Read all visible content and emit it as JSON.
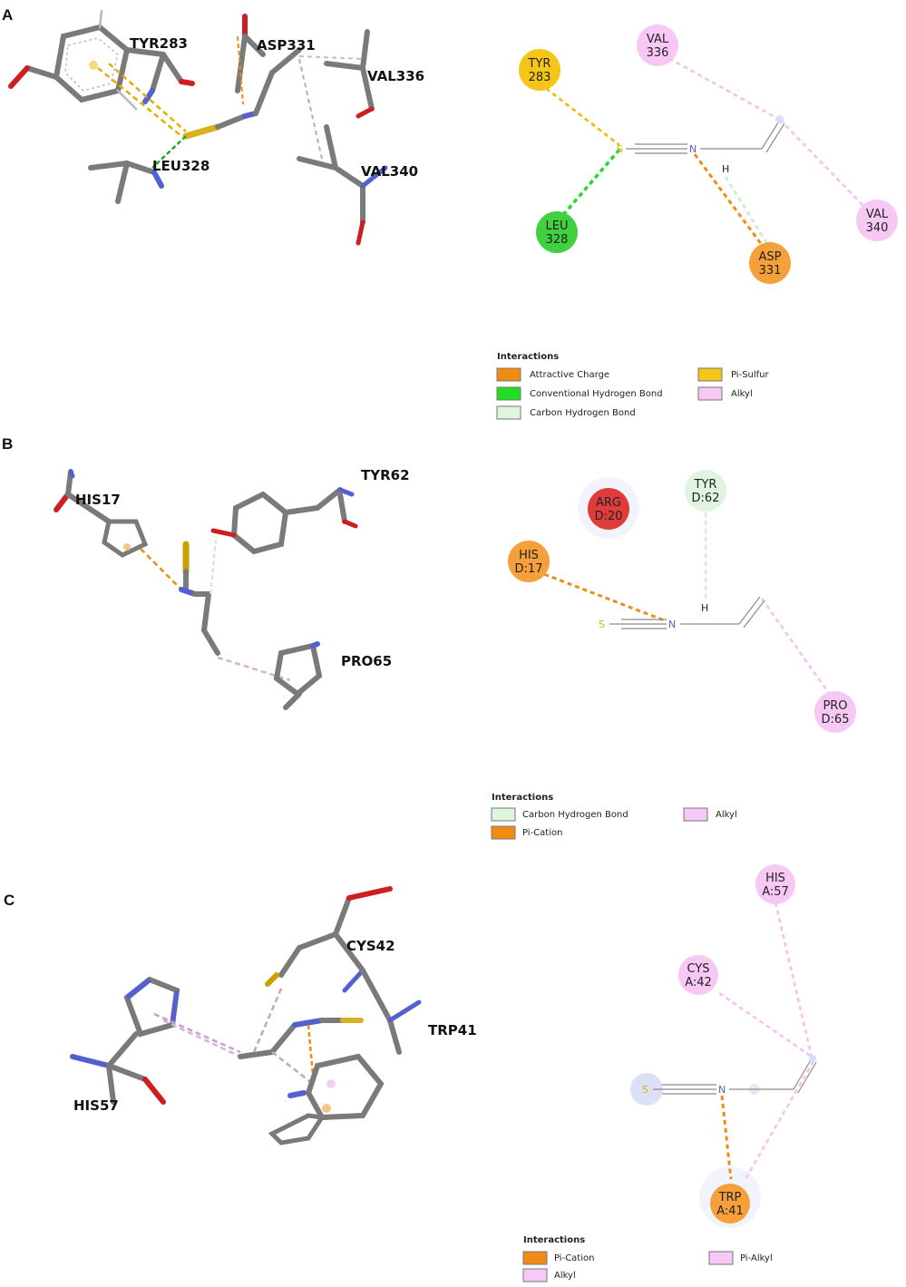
{
  "panels": [
    {
      "letter": "A",
      "labels_3d": [
        "TYR283",
        "ASP331",
        "VAL336",
        "LEU328",
        "VAL340"
      ],
      "residues_2d": [
        {
          "line1": "TYR",
          "line2": "283",
          "color": "#f5c518"
        },
        {
          "line1": "VAL",
          "line2": "336",
          "color": "#f7c8f4"
        },
        {
          "line1": "LEU",
          "line2": "328",
          "color": "#3fd13f"
        },
        {
          "line1": "ASP",
          "line2": "331",
          "color": "#f5a03a"
        },
        {
          "line1": "VAL",
          "line2": "340",
          "color": "#f7c8f4"
        }
      ],
      "atoms_2d": {
        "s": "S",
        "n": "N",
        "h": "H"
      },
      "legend": {
        "title": "Interactions",
        "items": [
          {
            "label": "Attractive Charge",
            "color": "#f08c14"
          },
          {
            "label": "Pi-Sulfur",
            "color": "#f5c518"
          },
          {
            "label": "Conventional Hydrogen Bond",
            "color": "#22dd22"
          },
          {
            "label": "Alkyl",
            "color": "#f5c8f5"
          },
          {
            "label": "Carbon Hydrogen Bond",
            "color": "#ddf6dd"
          }
        ]
      }
    },
    {
      "letter": "B",
      "labels_3d": [
        "TYR62",
        "HIS17",
        "PRO65"
      ],
      "residues_2d": [
        {
          "line1": "ARG",
          "line2": "D:20",
          "color": "#e03c3c"
        },
        {
          "line1": "TYR",
          "line2": "D:62",
          "color": "#dff5df"
        },
        {
          "line1": "HIS",
          "line2": "D:17",
          "color": "#f5a03a"
        },
        {
          "line1": "PRO",
          "line2": "D:65",
          "color": "#f7c8f4"
        }
      ],
      "atoms_2d": {
        "s": "S",
        "n": "N",
        "h": "H"
      },
      "legend": {
        "title": "Interactions",
        "items": [
          {
            "label": "Carbon Hydrogen Bond",
            "color": "#ddf6dd"
          },
          {
            "label": "Alkyl",
            "color": "#f5c8f5"
          },
          {
            "label": "Pi-Cation",
            "color": "#f08c14"
          }
        ]
      }
    },
    {
      "letter": "C",
      "labels_3d": [
        "CYS42",
        "TRP41",
        "HIS57"
      ],
      "residues_2d": [
        {
          "line1": "HIS",
          "line2": "A:57",
          "color": "#f7c8f4"
        },
        {
          "line1": "CYS",
          "line2": "A:42",
          "color": "#f7c8f4"
        },
        {
          "line1": "TRP",
          "line2": "A:41",
          "color": "#f5a03a"
        }
      ],
      "atoms_2d": {
        "s": "S",
        "n": "N"
      },
      "legend": {
        "title": "Interactions",
        "items": [
          {
            "label": "Pi-Cation",
            "color": "#f08c14"
          },
          {
            "label": "Pi-Alkyl",
            "color": "#f5c8f5"
          },
          {
            "label": "Alkyl",
            "color": "#f5c8f5"
          }
        ]
      }
    }
  ]
}
